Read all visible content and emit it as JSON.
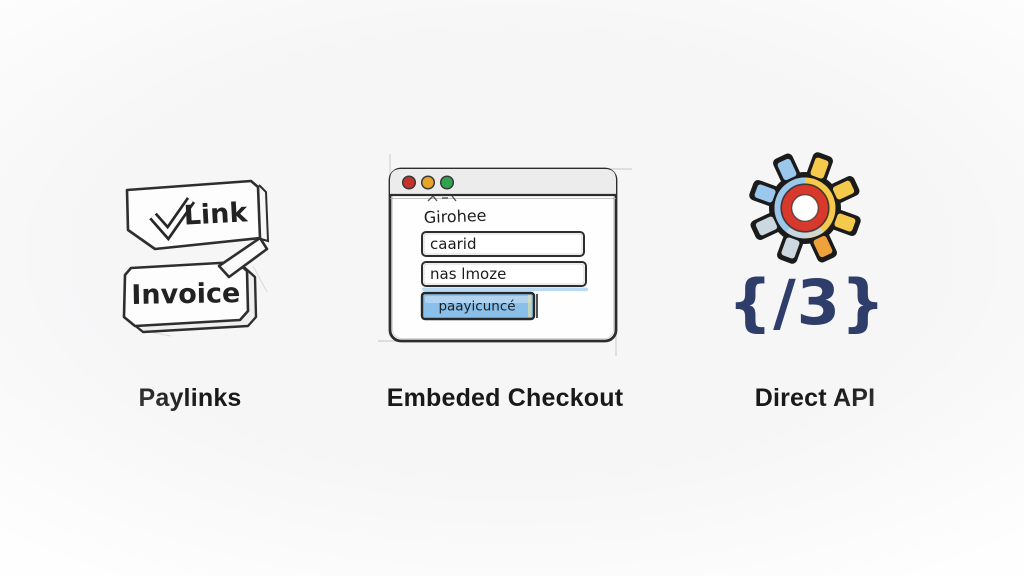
{
  "paylinks": {
    "caption": "Paylinks",
    "link_card": {
      "label": "Link"
    },
    "invoice_card": {
      "label": "Invoice"
    }
  },
  "checkout": {
    "caption": "Embeded Checkout",
    "window": {
      "form_label": "Girohee",
      "field1_value": "caarid",
      "field2_value": "nas lmoze",
      "button_label": "paayicuncé",
      "button_color": "#8abfe9",
      "traffic_lights": {
        "red": "#c5312b",
        "yellow": "#e7a42a",
        "green": "#2ea44f"
      }
    }
  },
  "api": {
    "caption": "Direct API",
    "code_symbol": "{/3}",
    "bracket_color": "#2e3d69",
    "gear": {
      "blue": "#9cc7ec",
      "yellow": "#f5c94b",
      "orange": "#efa23c",
      "pale": "#ccd7df",
      "red": "#d8392d",
      "outline": "#1b1b1b"
    }
  }
}
